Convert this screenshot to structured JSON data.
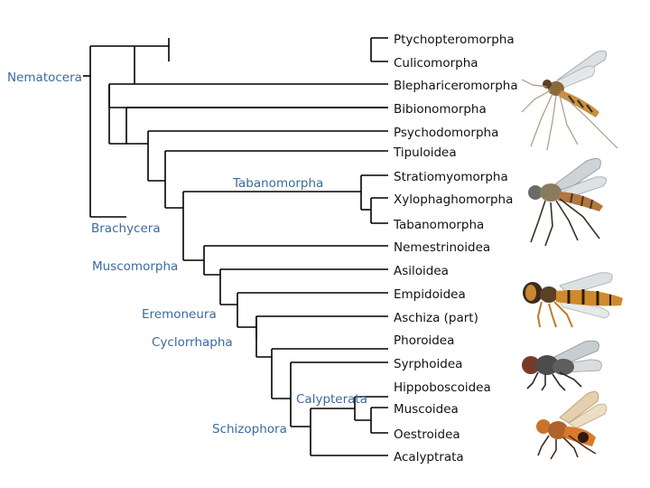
{
  "colors": {
    "line": "#000000",
    "leaf_text": "#111111",
    "clade_text": "#3b6a9c"
  },
  "leaves": [
    "Ptychopteromorpha",
    "Culicomorpha",
    "Blephariceromorpha",
    "Bibionomorpha",
    "Psychodomorpha",
    "Tipuloidea",
    "Stratiomyomorpha",
    "Xylophaghomorpha",
    "Tabanomorpha",
    "Nemestrinoidea",
    "Asiloidea",
    "Empidoidea",
    "Aschiza (part)",
    "Phoroidea",
    "Syrphoidea",
    "Hippoboscoidea",
    "Muscoidea",
    "Oestroidea",
    "Acalyptrata"
  ],
  "clades": {
    "nematocera": "Nematocera",
    "tabanomorpha": "Tabanomorpha",
    "brachycera": "Brachycera",
    "muscomorpha": "Muscomorpha",
    "eremoneura": "Eremoneura",
    "cyclorrhapha": "Cyclorrhapha",
    "calypterata": "Calypterata",
    "schizophora": "Schizophora"
  },
  "images": [
    {
      "name": "mosquito-like fly photo"
    },
    {
      "name": "robber fly photo"
    },
    {
      "name": "hoverfly photo"
    },
    {
      "name": "house fly photo"
    },
    {
      "name": "tachinid fly photo"
    }
  ]
}
